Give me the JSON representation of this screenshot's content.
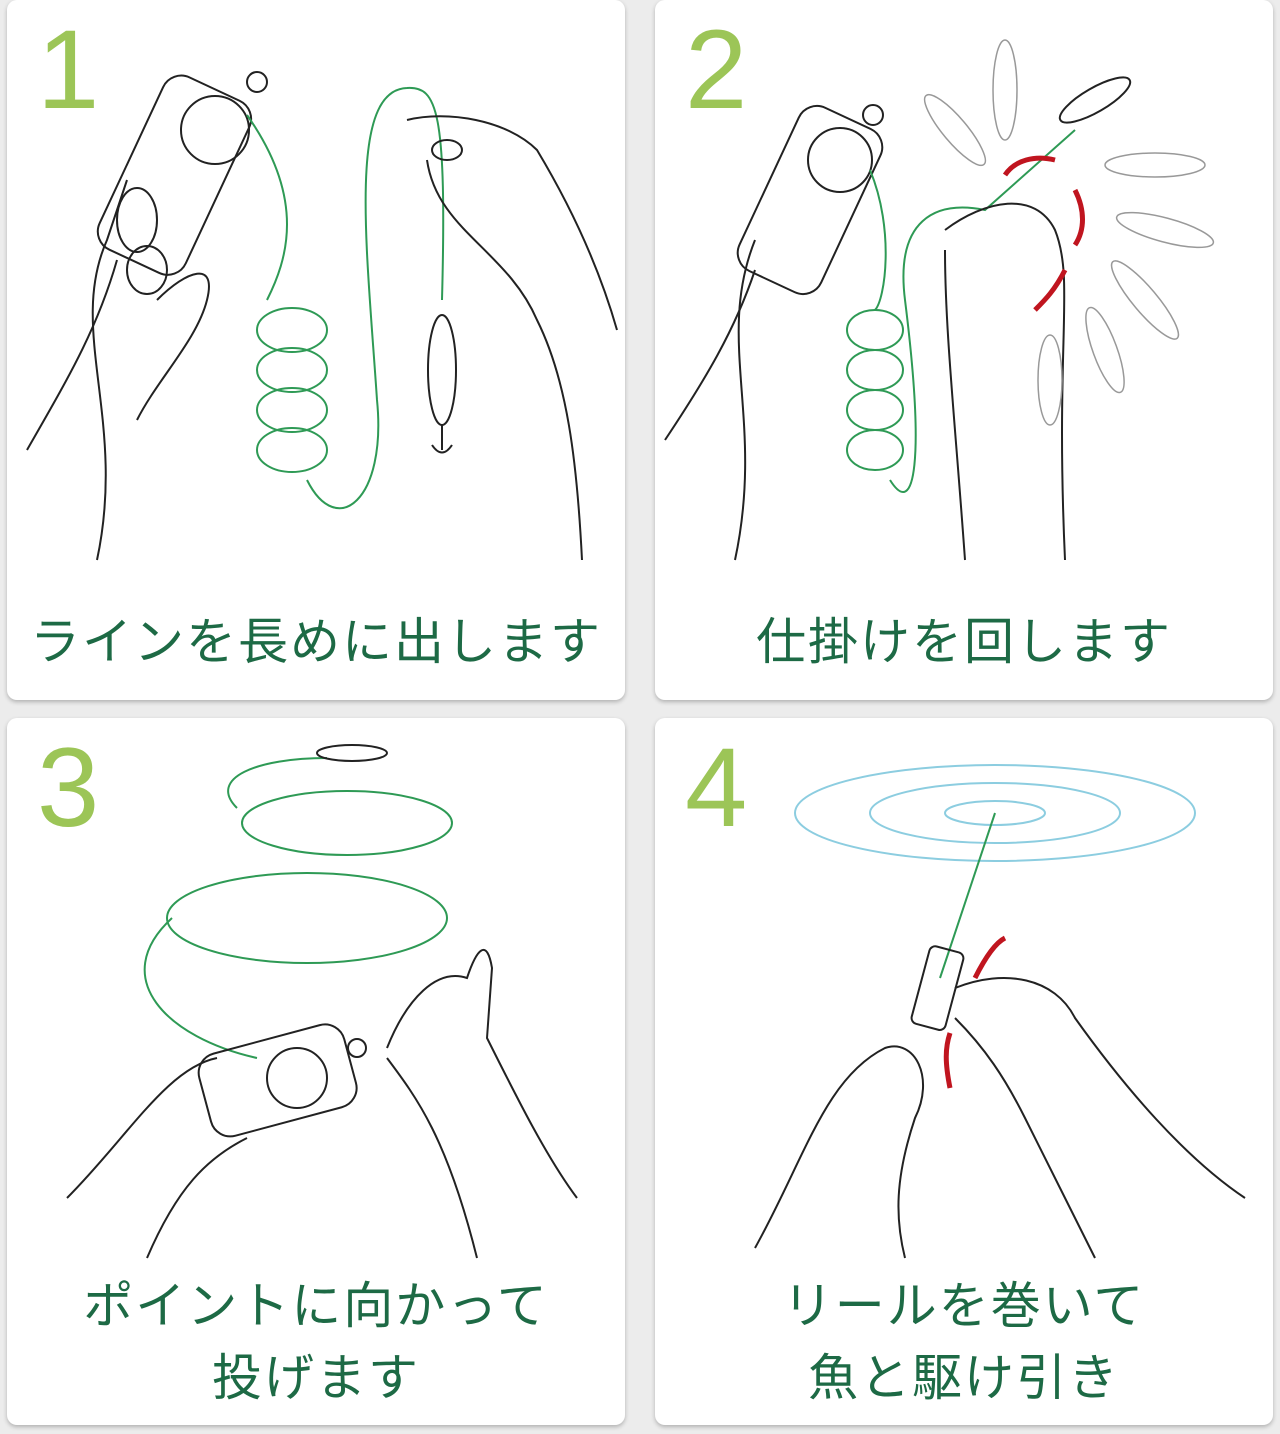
{
  "steps": [
    {
      "number": "1",
      "caption_lines": [
        "ラインを長めに出します"
      ]
    },
    {
      "number": "2",
      "caption_lines": [
        "仕掛けを回します"
      ]
    },
    {
      "number": "3",
      "caption_lines": [
        "ポイントに向かって",
        "投げます"
      ]
    },
    {
      "number": "4",
      "caption_lines": [
        "リールを巻いて",
        "魚と駆け引き"
      ]
    }
  ],
  "colors": {
    "number": "#9cc557",
    "caption": "#1d6a45",
    "line": "#2e9a55",
    "arrow": "#c0151f",
    "water": "#8ccde0"
  }
}
